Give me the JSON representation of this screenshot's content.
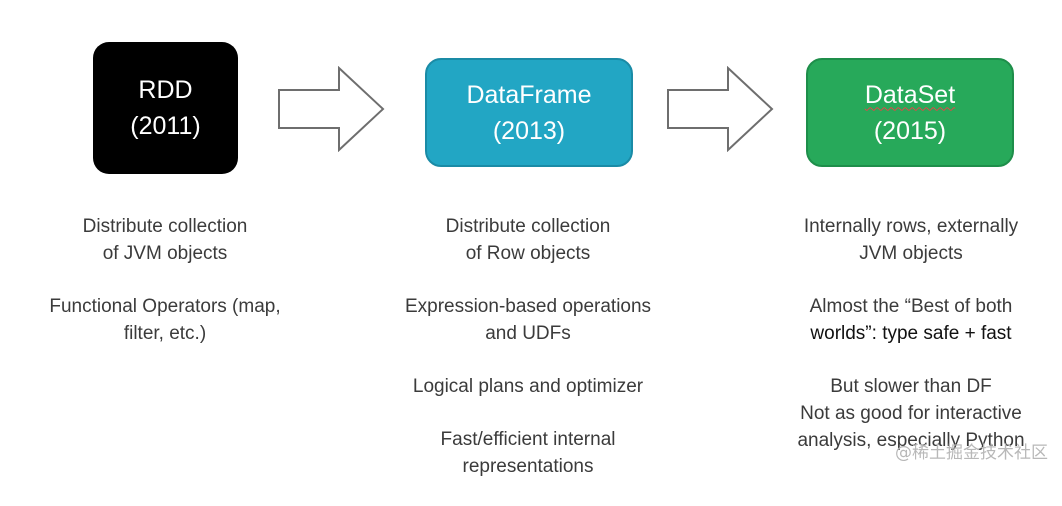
{
  "boxes": {
    "rdd": {
      "name": "RDD",
      "year": "(2011)",
      "color": "#000000"
    },
    "dataframe": {
      "name": "DataFrame",
      "year": "(2013)",
      "color": "#22a6c4"
    },
    "dataset": {
      "name": "DataSet",
      "year": "(2015)",
      "color": "#27a95a"
    }
  },
  "columns": {
    "rdd": [
      {
        "lines": [
          "Distribute collection",
          "of JVM objects"
        ]
      },
      {
        "lines": [
          "Functional Operators (map,",
          "filter, etc.)"
        ]
      }
    ],
    "dataframe": [
      {
        "lines": [
          "Distribute collection",
          "of Row objects"
        ]
      },
      {
        "lines": [
          "Expression-based operations",
          "and UDFs"
        ]
      },
      {
        "lines": [
          "Logical plans and optimizer"
        ]
      },
      {
        "lines": [
          "Fast/efficient internal",
          "representations"
        ]
      }
    ],
    "dataset": [
      {
        "lines": [
          "Internally rows, externally",
          "JVM objects"
        ]
      },
      {
        "lines": [
          "Almost the “Best of both",
          "worlds”: type safe + fast"
        ]
      },
      {
        "lines": [
          "But slower than DF",
          "Not as good for interactive",
          "analysis, especially Python"
        ]
      }
    ]
  },
  "watermark": "@稀土掘金技术社区"
}
